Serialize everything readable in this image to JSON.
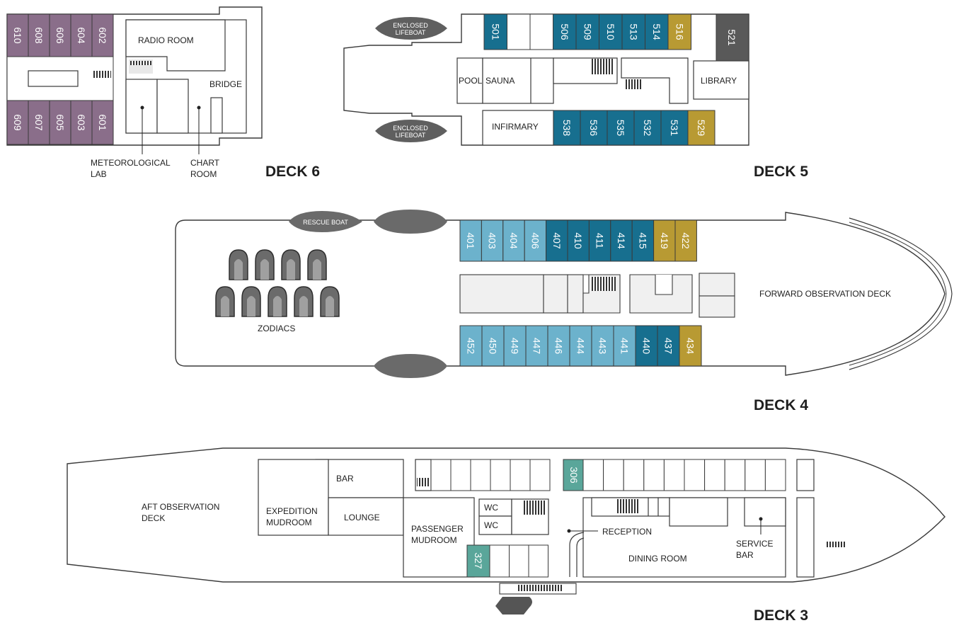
{
  "colors": {
    "purple": "#8a6e8a",
    "teal_dark": "#176f8f",
    "teal_light": "#6cb2cc",
    "gold": "#b89a33",
    "gray": "#595959",
    "green": "#5aa69a",
    "room_fill": "#f0f0f0",
    "outline": "#3a3a3a"
  },
  "deck6": {
    "title": "DECK 6",
    "cabins_top": [
      "610",
      "608",
      "606",
      "604",
      "602"
    ],
    "cabins_bottom": [
      "609",
      "607",
      "605",
      "603",
      "601"
    ],
    "radio_room": "RADIO ROOM",
    "bridge": "BRIDGE",
    "met_lab_1": "METEOROLOGICAL",
    "met_lab_2": "LAB",
    "chart_room_1": "CHART",
    "chart_room_2": "ROOM"
  },
  "deck5": {
    "title": "DECK 5",
    "lifeboat_1": "ENCLOSED",
    "lifeboat_2": "LIFEBOAT",
    "cabins_top": [
      {
        "n": "501",
        "c": "teal_dark"
      },
      {
        "n": "",
        "c": "none"
      },
      {
        "n": "",
        "c": "none"
      },
      {
        "n": "506",
        "c": "teal_dark"
      },
      {
        "n": "509",
        "c": "teal_dark"
      },
      {
        "n": "510",
        "c": "teal_dark"
      },
      {
        "n": "513",
        "c": "teal_dark"
      },
      {
        "n": "514",
        "c": "teal_dark"
      },
      {
        "n": "516",
        "c": "gold"
      }
    ],
    "cabin_521": "521",
    "cabins_bottom": [
      {
        "n": "538",
        "c": "teal_dark"
      },
      {
        "n": "536",
        "c": "teal_dark"
      },
      {
        "n": "535",
        "c": "teal_dark"
      },
      {
        "n": "532",
        "c": "teal_dark"
      },
      {
        "n": "531",
        "c": "teal_dark"
      },
      {
        "n": "529",
        "c": "gold"
      }
    ],
    "pool": "POOL",
    "sauna": "SAUNA",
    "library": "LIBRARY",
    "infirmary": "INFIRMARY"
  },
  "deck4": {
    "title": "DECK 4",
    "rescue_boat": "RESCUE BOAT",
    "zodiacs": "ZODIACS",
    "forward_obs": "FORWARD OBSERVATION DECK",
    "cabins_top": [
      {
        "n": "401",
        "c": "teal_light"
      },
      {
        "n": "403",
        "c": "teal_light"
      },
      {
        "n": "404",
        "c": "teal_light"
      },
      {
        "n": "406",
        "c": "teal_light"
      },
      {
        "n": "407",
        "c": "teal_dark"
      },
      {
        "n": "410",
        "c": "teal_dark"
      },
      {
        "n": "411",
        "c": "teal_dark"
      },
      {
        "n": "414",
        "c": "teal_dark"
      },
      {
        "n": "415",
        "c": "teal_dark"
      },
      {
        "n": "419",
        "c": "gold"
      },
      {
        "n": "422",
        "c": "gold"
      }
    ],
    "cabins_bottom": [
      {
        "n": "452",
        "c": "teal_light"
      },
      {
        "n": "450",
        "c": "teal_light"
      },
      {
        "n": "449",
        "c": "teal_light"
      },
      {
        "n": "447",
        "c": "teal_light"
      },
      {
        "n": "446",
        "c": "teal_light"
      },
      {
        "n": "444",
        "c": "teal_light"
      },
      {
        "n": "443",
        "c": "teal_light"
      },
      {
        "n": "441",
        "c": "teal_light"
      },
      {
        "n": "440",
        "c": "teal_dark"
      },
      {
        "n": "437",
        "c": "teal_dark"
      },
      {
        "n": "434",
        "c": "gold"
      }
    ]
  },
  "deck3": {
    "title": "DECK 3",
    "aft_obs_1": "AFT OBSERVATION",
    "aft_obs_2": "DECK",
    "bar": "BAR",
    "expedition_1": "EXPEDITION",
    "expedition_2": "MUDROOM",
    "lounge": "LOUNGE",
    "passenger_1": "PASSENGER",
    "passenger_2": "MUDROOM",
    "wc1": "WC",
    "wc2": "WC",
    "reception": "RECEPTION",
    "dining": "DINING ROOM",
    "service_1": "SERVICE",
    "service_2": "BAR",
    "cabin_306": "306",
    "cabin_327": "327"
  }
}
